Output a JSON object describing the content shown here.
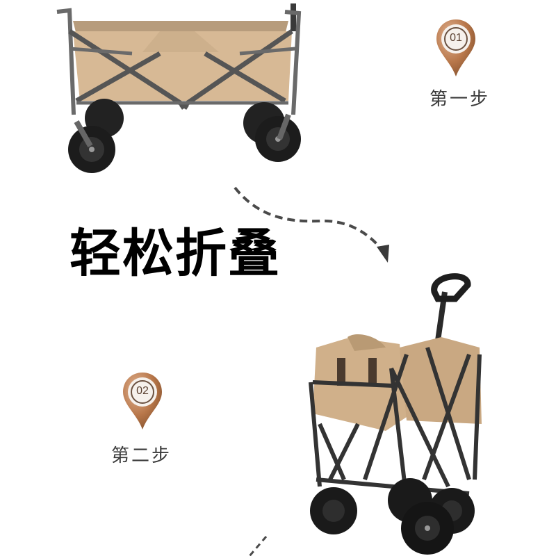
{
  "headline": "轻松折叠",
  "steps": [
    {
      "number": "01",
      "label": "第一步"
    },
    {
      "number": "02",
      "label": "第二步"
    }
  ],
  "images": {
    "unfolded_wagon": "unfolded-wagon",
    "folded_wagon": "folded-wagon"
  },
  "colors": {
    "pin_copper": "#b8774a",
    "pin_highlight": "#e2b493",
    "fabric_tan": "#d7b995",
    "frame_gray": "#5a5a5a",
    "wheel_black": "#1c1c1c",
    "text_dark": "#3a3a3a",
    "arrow_gray": "#4a4a4a"
  }
}
